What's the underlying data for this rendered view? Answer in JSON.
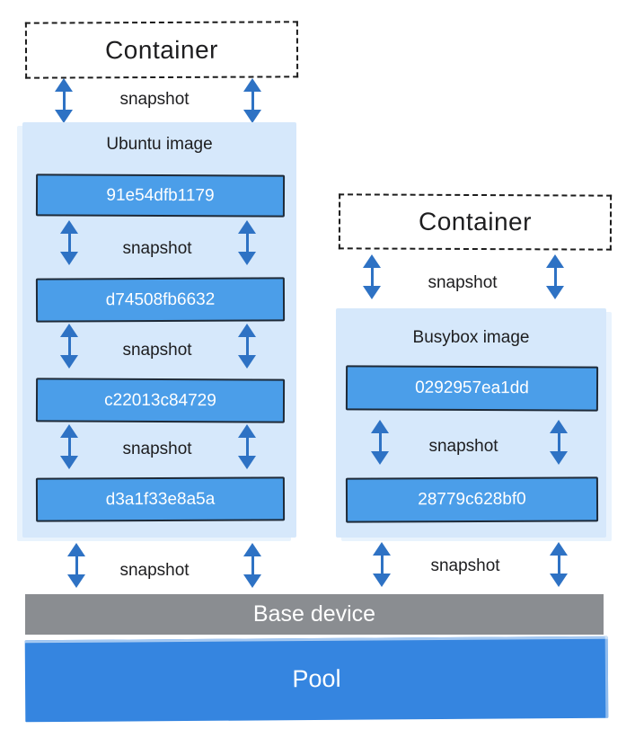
{
  "labels": {
    "snapshot": "snapshot",
    "base_device": "Base device",
    "pool": "Pool"
  },
  "left_stack": {
    "container_label": "Container",
    "image_title": "Ubuntu image",
    "layers": [
      "91e54dfb1179",
      "d74508fb6632",
      "c22013c84729",
      "d3a1f33e8a5a"
    ]
  },
  "right_stack": {
    "container_label": "Container",
    "image_title": "Busybox image",
    "layers": [
      "0292957ea1dd",
      "28779c628bf0"
    ]
  },
  "icons": {
    "snapshot_arrow": "double-headed vertical arrow ↕"
  },
  "colors": {
    "layer_blue": "#4b9ee9",
    "layer_border": "#1e2a38",
    "image_bg": "#d6e8fb",
    "image_bg_edge": "#e9f3fd",
    "arrow_blue": "#2e72c4",
    "base_device_gray": "#8a8d91",
    "pool_blue": "#3585e0",
    "text_dark": "#1d1d1f",
    "text_light": "#ffffff",
    "dashed_border": "#1c1c1c"
  }
}
